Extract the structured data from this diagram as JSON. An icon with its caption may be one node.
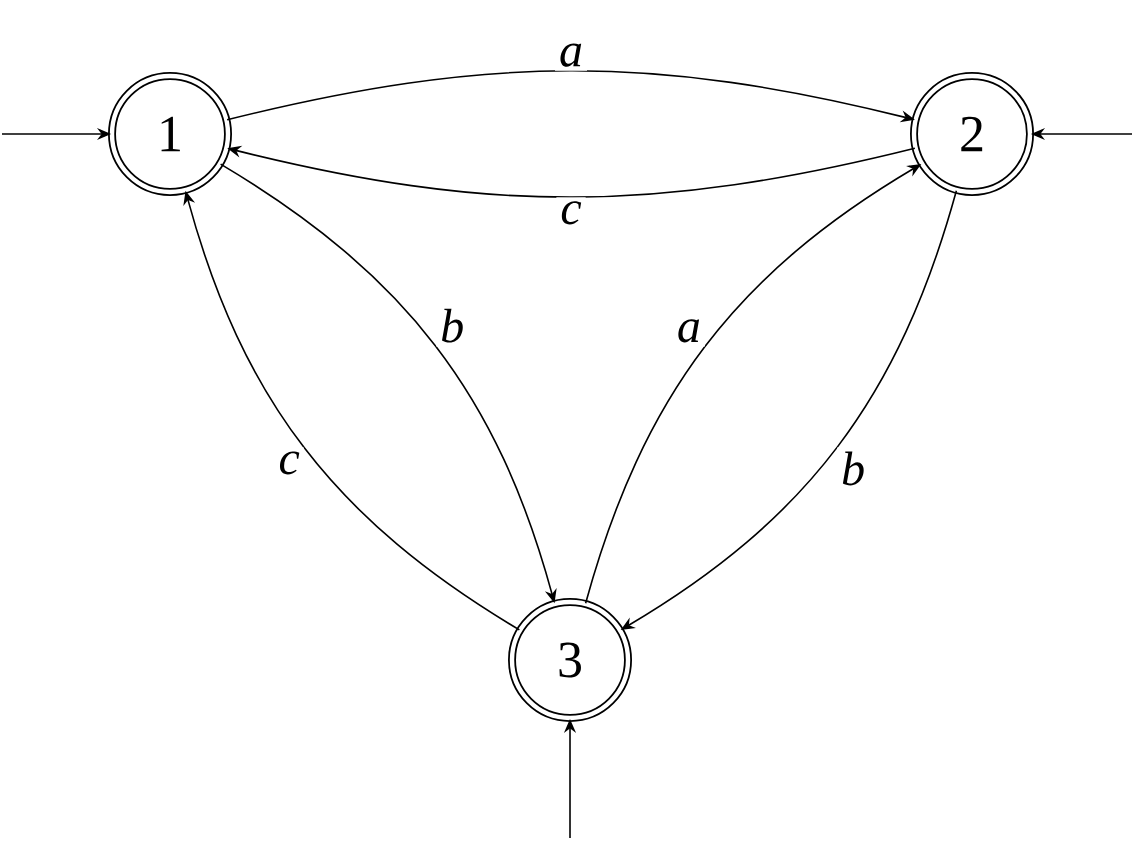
{
  "diagram": {
    "nodes": [
      {
        "text": [
          "1"
        ]
      },
      {
        "text": [
          "2"
        ]
      },
      {
        "text": [
          "3"
        ]
      }
    ],
    "edges": [
      {
        "from": null,
        "to": 0,
        "arrow": "to"
      },
      {
        "from": null,
        "to": 1,
        "arrow": "to"
      },
      {
        "from": null,
        "to": 2,
        "arrow": "to"
      },
      {
        "from": 0,
        "to": 1,
        "arrow": "to",
        "label": "a"
      },
      {
        "from": 1,
        "to": 0,
        "arrow": "to",
        "label": "c"
      },
      {
        "from": 0,
        "to": 2,
        "arrow": "to",
        "label": "b"
      },
      {
        "from": 2,
        "to": 0,
        "arrow": "to",
        "label": "c"
      },
      {
        "from": 2,
        "to": 1,
        "arrow": "to",
        "label": "a"
      },
      {
        "from": 1,
        "to": 2,
        "arrow": "to",
        "label": "b"
      }
    ]
  }
}
